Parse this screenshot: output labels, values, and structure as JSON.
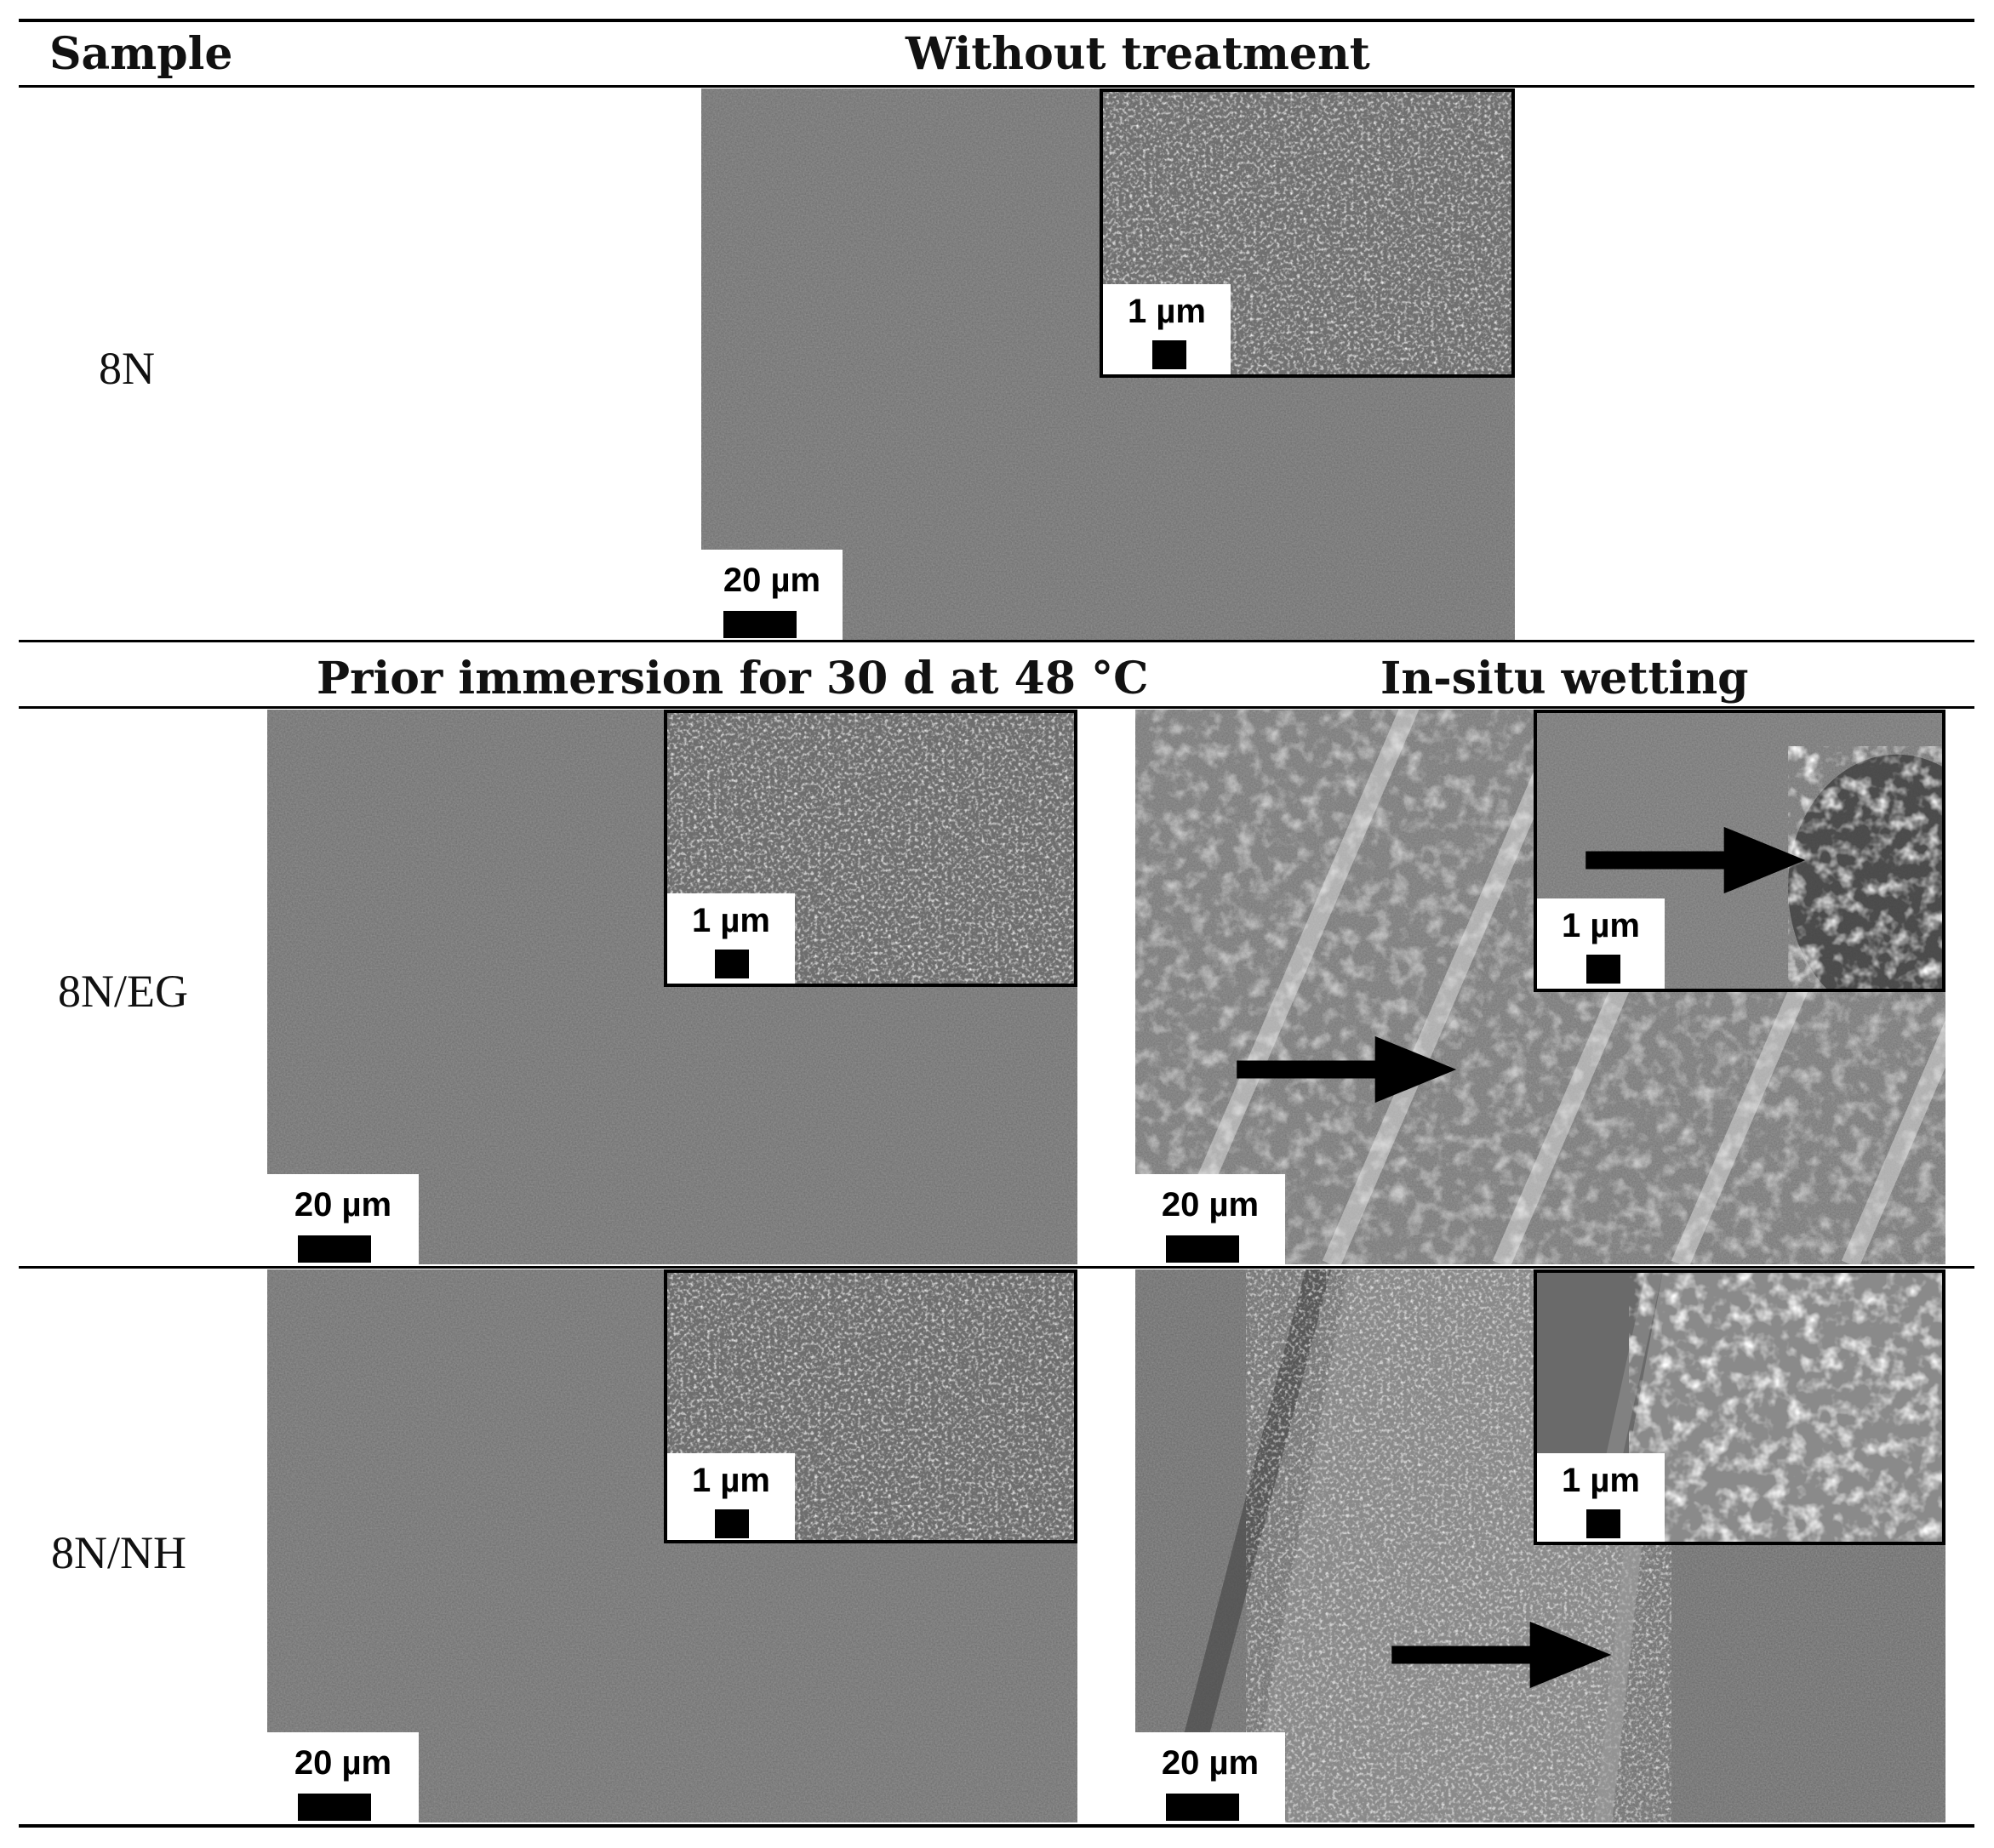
{
  "table": {
    "header_sample": "Sample",
    "header_without": "Without treatment",
    "header_prior": "Prior immersion for 30 d at 48 °C",
    "header_insitu": "In-situ wetting",
    "rows": [
      {
        "label": "8N"
      },
      {
        "label": "8N/EG"
      },
      {
        "label": "8N/NH"
      }
    ]
  },
  "scale": {
    "main": "20 µm",
    "inset": "1 µm"
  },
  "colors": {
    "rule": "#000000",
    "sem_smooth": "#6d6d6d",
    "sem_treated_bg": "#777777"
  },
  "icons": {
    "arrow": "arrow-right-icon"
  }
}
